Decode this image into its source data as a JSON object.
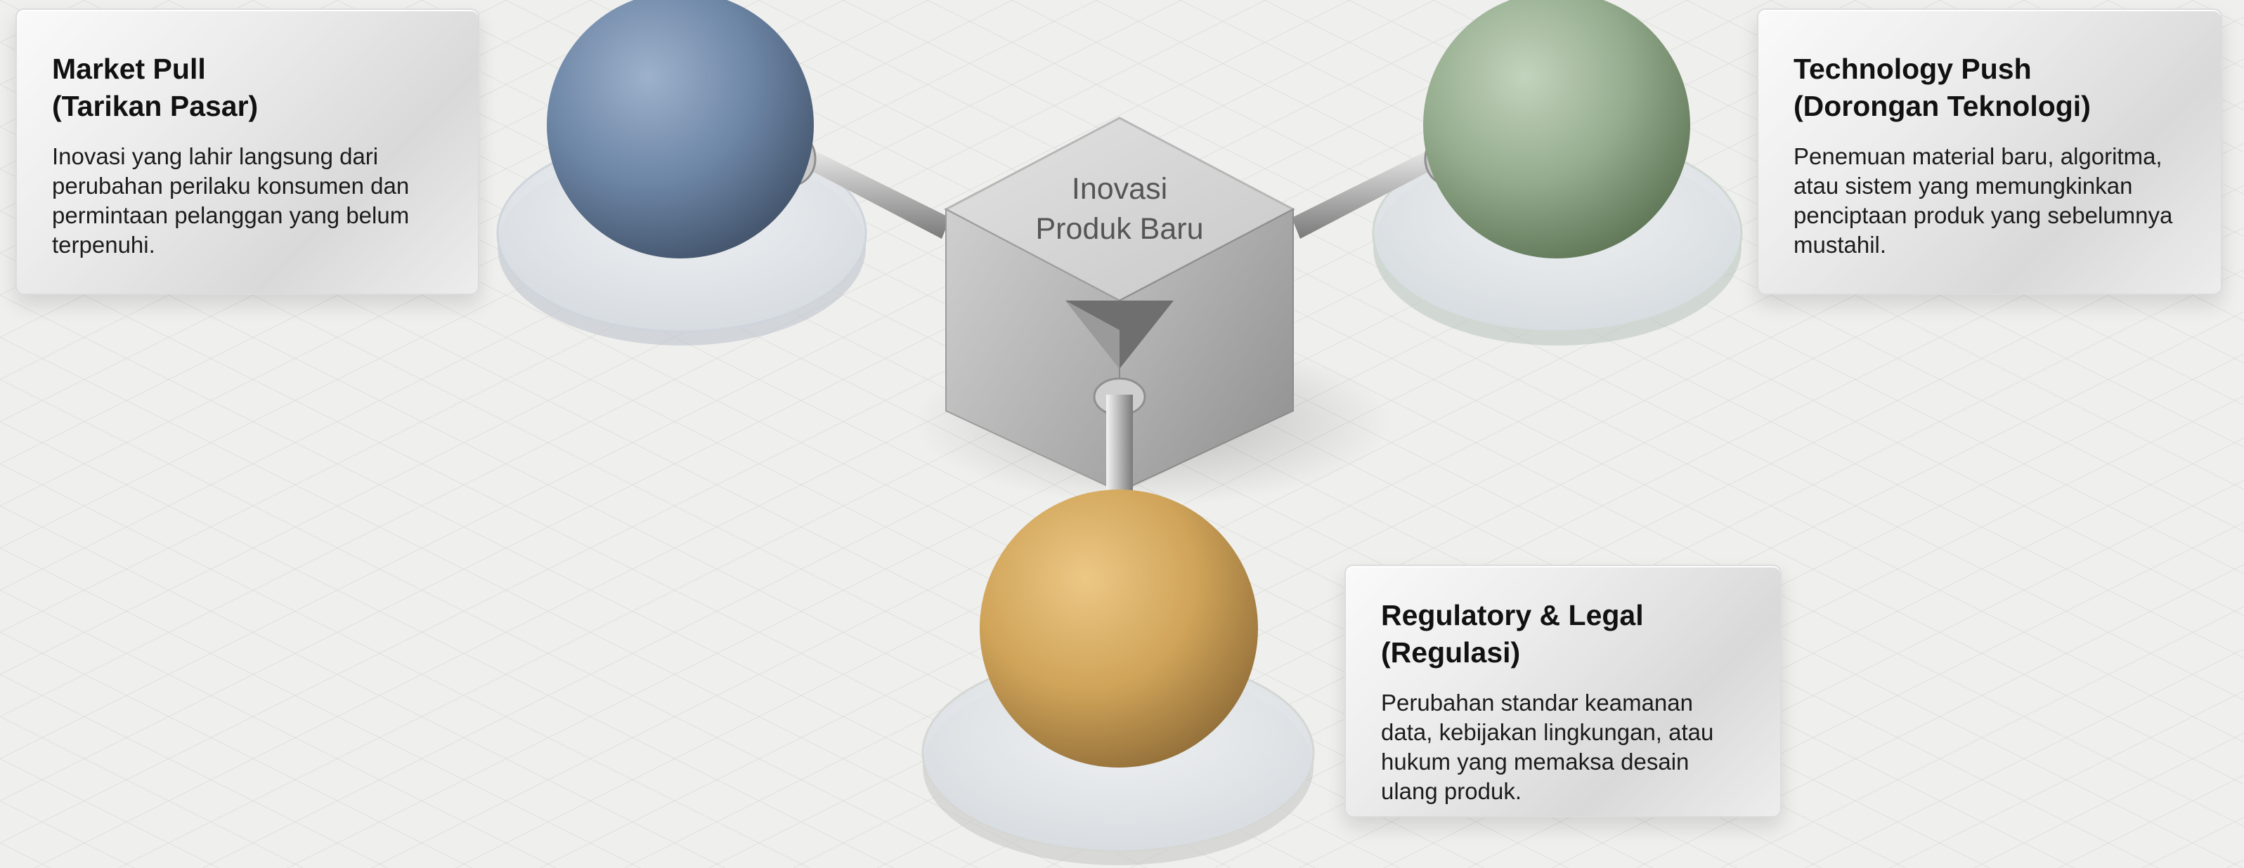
{
  "hub": {
    "line1": "Inovasi",
    "line2": "Produk Baru"
  },
  "nodes": [
    {
      "id": "market",
      "title1": "Market Pull",
      "title2": "(Tarikan Pasar)",
      "description": "Inovasi yang lahir langsung dari perubahan perilaku konsumen dan permintaan pelanggan yang belum terpenuhi.",
      "sphere_color": "#6d86a6"
    },
    {
      "id": "tech",
      "title1": "Technology Push",
      "title2": "(Dorongan Teknologi)",
      "description": "Penemuan material baru, algoritma, atau sistem yang memungkinkan penciptaan produk yang sebelumnya mustahil.",
      "sphere_color": "#94ac8d"
    },
    {
      "id": "reg",
      "title1": "Regulatory & Legal",
      "title2": "(Regulasi)",
      "description": "Perubahan standar keamanan data, kebijakan lingkungan, atau hukum yang memaksa desain ulang produk.",
      "sphere_color": "#d0a459"
    }
  ]
}
